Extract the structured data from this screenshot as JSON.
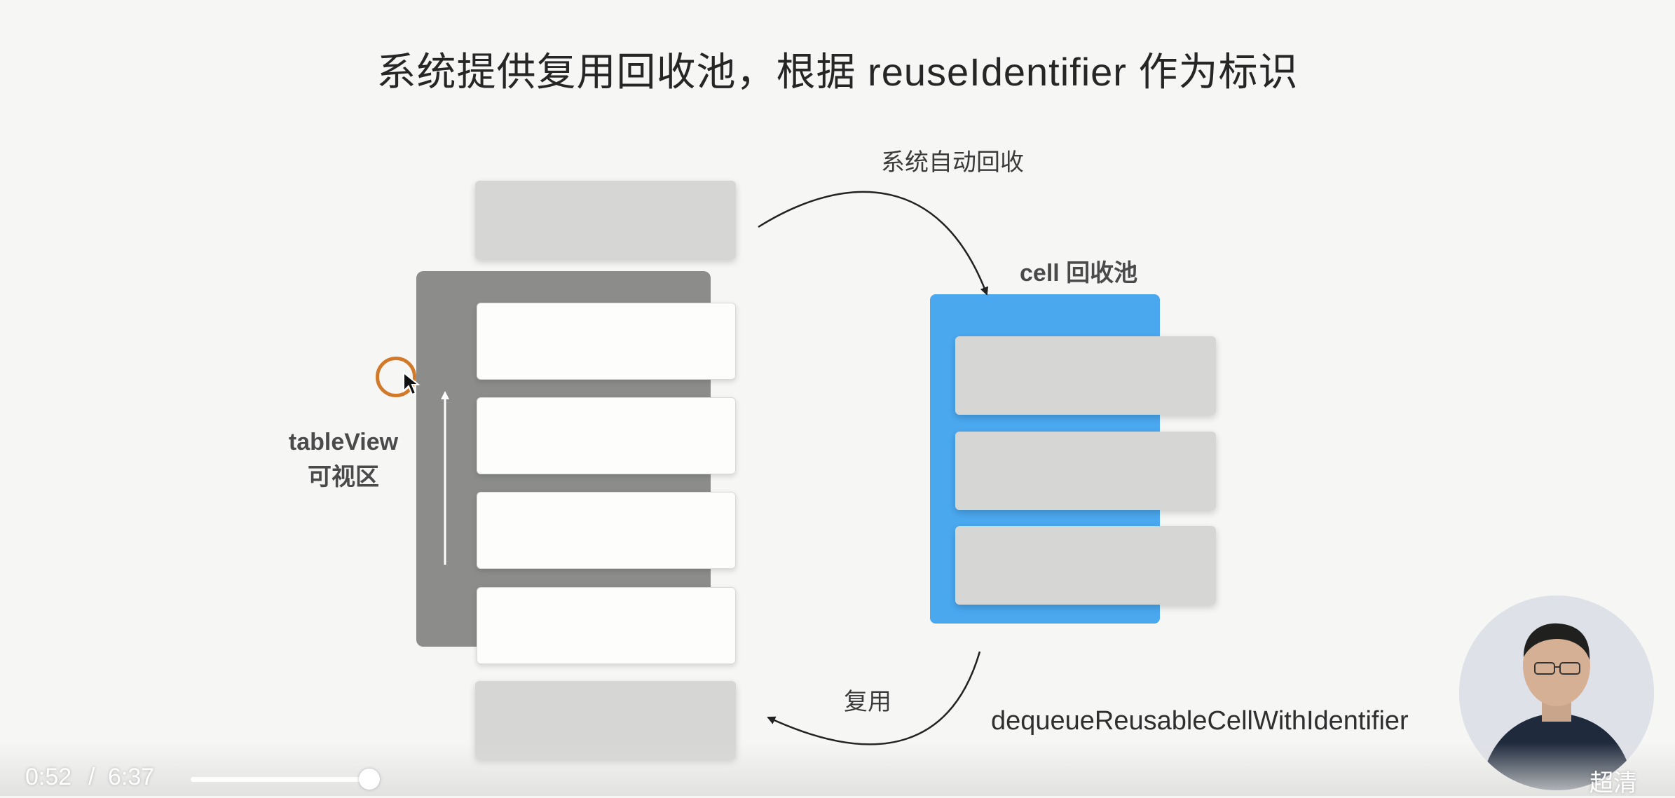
{
  "slide": {
    "title": "系统提供复用回收池，根据 reuseIdentifier 作为标识",
    "auto_recycle_label": "系统自动回收",
    "pool_label": "cell 回收池",
    "tableview_label_line1": "tableView",
    "tableview_label_line2": "可视区",
    "reuse_label": "复用",
    "dequeue_label": "dequeueReusableCellWithIdentifier"
  },
  "player": {
    "current_time": "0:52",
    "separator": "/",
    "duration": "6:37",
    "progress_fraction": 0.13,
    "quality_label": "超清"
  },
  "colors": {
    "pool_blue": "#4aa8ef",
    "visible_area_grey": "#8c8d8b",
    "cell_grey": "#d6d7d5",
    "cell_white": "#fdfdfc",
    "cursor_ring": "#d27a2a"
  }
}
